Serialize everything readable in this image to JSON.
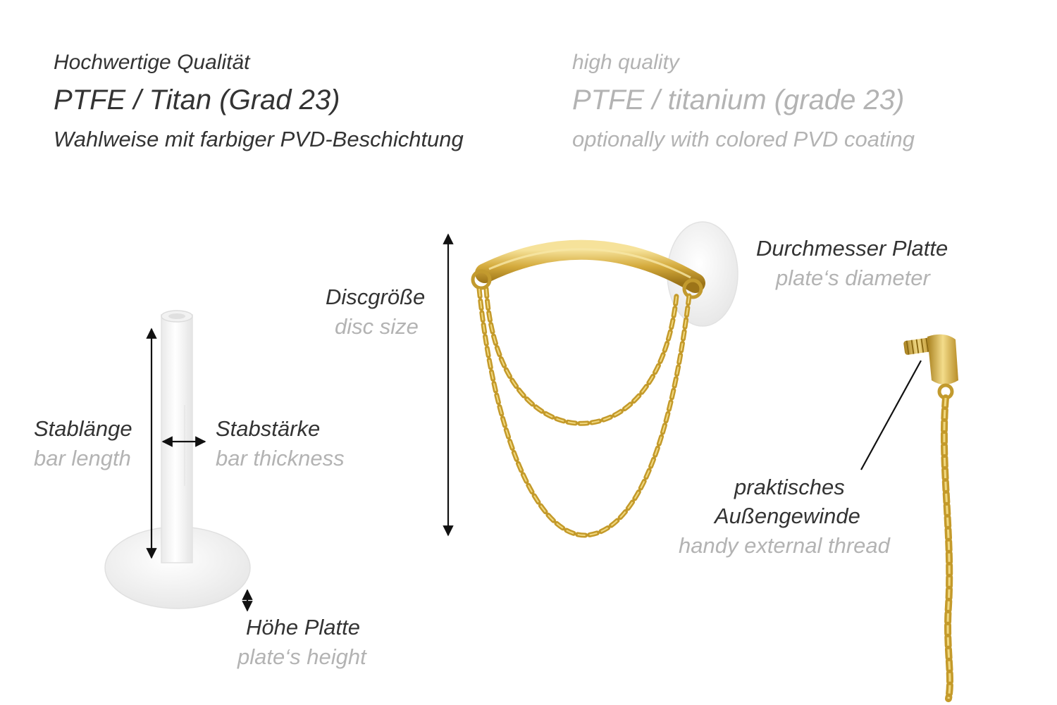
{
  "header": {
    "de": {
      "line1": "Hochwertige Qualität",
      "line2": "PTFE / Titan (Grad 23)",
      "line3": "Wahlweise mit farbiger PVD-Beschichtung"
    },
    "en": {
      "line1": "high quality",
      "line2": "PTFE / titanium (grade 23)",
      "line3": "optionally with colored PVD coating"
    }
  },
  "labels": {
    "bar_length": {
      "de": "Stablänge",
      "en": "bar length"
    },
    "bar_thickness": {
      "de": "Stabstärke",
      "en": "bar thickness"
    },
    "plate_height": {
      "de": "Höhe Platte",
      "en": "plate‘s height"
    },
    "disc_size": {
      "de": "Discgröße",
      "en": "disc size"
    },
    "plate_diameter": {
      "de": "Durchmesser Platte",
      "en": "plate‘s diameter"
    },
    "external_thread": {
      "de1": "praktisches",
      "de2": "Außengewinde",
      "en": "handy external thread"
    }
  },
  "colors": {
    "gold": "#d4aa3c",
    "gold_dark": "#a8801e",
    "gold_light": "#f3dc8a",
    "ptfe": "#f4f4f4",
    "arrow": "#111111"
  }
}
